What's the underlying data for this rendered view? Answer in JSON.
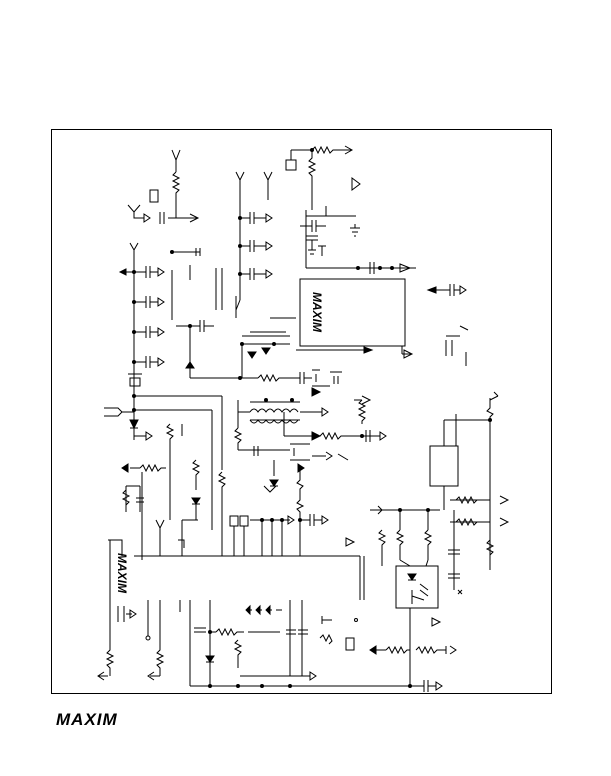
{
  "chips": {
    "upper_chip_brand": "MAXIM",
    "left_chip_brand": "MAXIM"
  },
  "footer": {
    "logo_text": "MAXIM"
  }
}
